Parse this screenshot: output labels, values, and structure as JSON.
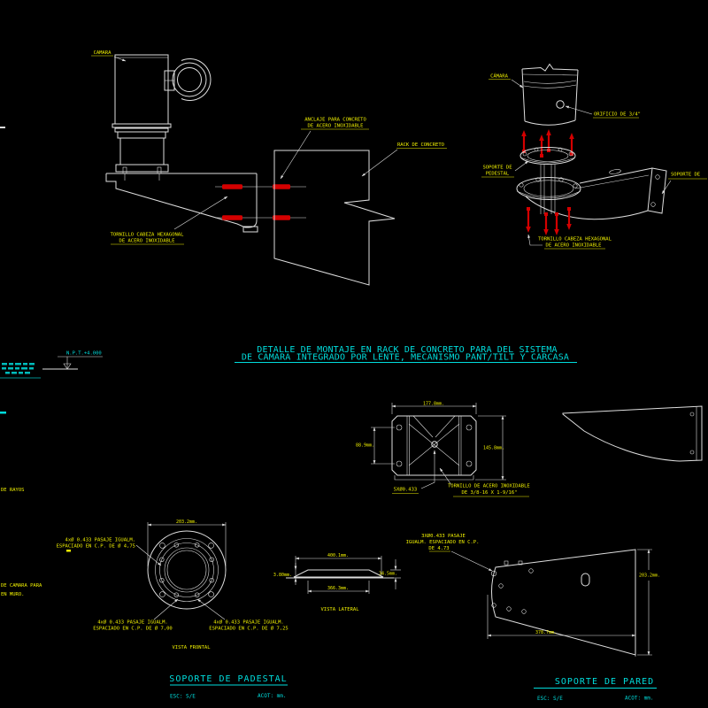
{
  "colors": {
    "background": "#000000",
    "line_white": "#dedede",
    "label_yellow": "#f0f000",
    "title_cyan": "#00dcdc",
    "bolt_red": "#d40000"
  },
  "top_left_detail": {
    "camera_label": "CAMARA",
    "screw_label_line1": "TORNILLO CABEZA HEXAGONAL",
    "screw_label_line2": "DE ACERO INOXIDABLE",
    "anchor_label_line1": "ANCLAJE PARA CONCRETO",
    "anchor_label_line2": "DE ACERO INOXIDABLE",
    "rack_label": "RACK DE CONCRETO"
  },
  "exploded_view": {
    "camera_label": "CÁMARA",
    "orifice_label": "ORIFICIO DE 3/4\"",
    "pedestal_label_line1": "SOPORTE DE",
    "pedestal_label_line2": "PEDESTAL",
    "wall_support_label": "SOPORTE DE",
    "screw_label_line1": "TORNILLO CABEZA HEXAGONAL",
    "screw_label_line2": "DE ACERO INOXIDABLE"
  },
  "main_title": {
    "line1": "DETALLE DE MONTAJE EN RACK DE CONCRETO PARA DEL SISTEMA",
    "line2": "DE CAMARA INTEGRADO POR LENTE, MECANISMO PANT/TILT Y CARCASA"
  },
  "level_marker": {
    "label": "N.P.T.+4.000"
  },
  "left_margin": {
    "fragment_rayos": "DE RAYOS",
    "fragment_camara": "DE CAMARA PARA",
    "fragment_muro": "EN MURO."
  },
  "plate_view": {
    "dim_width": "177.8mm.",
    "dim_left": "88.9mm.",
    "dim_right": "145.8mm.",
    "hole_callout": "5XØ0.433",
    "screw_callout_line1": "TORNILLO DE ACERO INOXIDABLE",
    "screw_callout_line2": "DE 3/8-16 X 1-9/16\""
  },
  "front_view": {
    "dim_width": "203.2mm.",
    "callout_left_line1": "4xØ 0.433 PASAJE IGUALM.",
    "callout_left_line2": "ESPACIADO EN C.P. DE Ø 4,75",
    "callout_bottom_left_line1": "4xØ 0.433 PASAJE IGUALM.",
    "callout_bottom_left_line2": "ESPACIADO EN C.P. DE Ø 7,00",
    "callout_bottom_right_line1": "4xØ 0.433 PASAJE IGUALM.",
    "callout_bottom_right_line2": "ESPACIADO EN C.P. DE Ø 7,25",
    "caption": "VISTA FRONTAL"
  },
  "lateral_view": {
    "dim_top": "400.1mm.",
    "dim_bottom": "366.3mm.",
    "dim_left": "3.80mm.",
    "dim_right": "34.5mm.",
    "caption": "VISTA LATERAL"
  },
  "wall_view": {
    "callout_line1": "3XØ0.433 PASAJE",
    "callout_line2": "IGUALM. ESPACIADO EN C.P.",
    "callout_line3": "DE 4.73",
    "dim_height": "203.2mm.",
    "dim_width": "378.7mm."
  },
  "section_titles": {
    "pedestal": {
      "title": "SOPORTE DE PADESTAL",
      "scale": "ESC: S/E",
      "units": "ACOT: mm."
    },
    "wall": {
      "title": "SOPORTE DE PARED",
      "scale": "ESC: S/E",
      "units": "ACOT: mm."
    }
  }
}
